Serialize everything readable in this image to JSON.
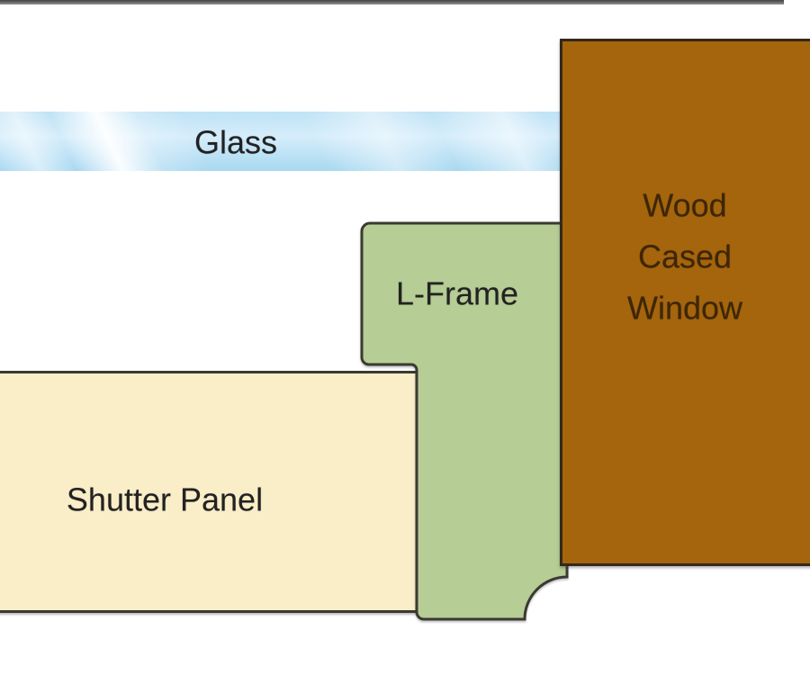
{
  "diagram": {
    "labels": {
      "glass": "Glass",
      "l_frame": "L-Frame",
      "shutter_panel": "Shutter Panel",
      "wood_lines": [
        "Wood",
        "Cased",
        "Window"
      ]
    },
    "colors": {
      "glass_blue": "#bfe2f5",
      "glass_blue_deep": "#a8d8f0",
      "frame_green": "#b6cd95",
      "shutter_cream": "#faeec8",
      "wood_brown": "#a5650d",
      "outline": "#3a3a32",
      "top_bar_dark": "#424242",
      "top_bar_light": "#909090",
      "label_dark": "#222222",
      "wood_label": "#3d2605"
    }
  }
}
